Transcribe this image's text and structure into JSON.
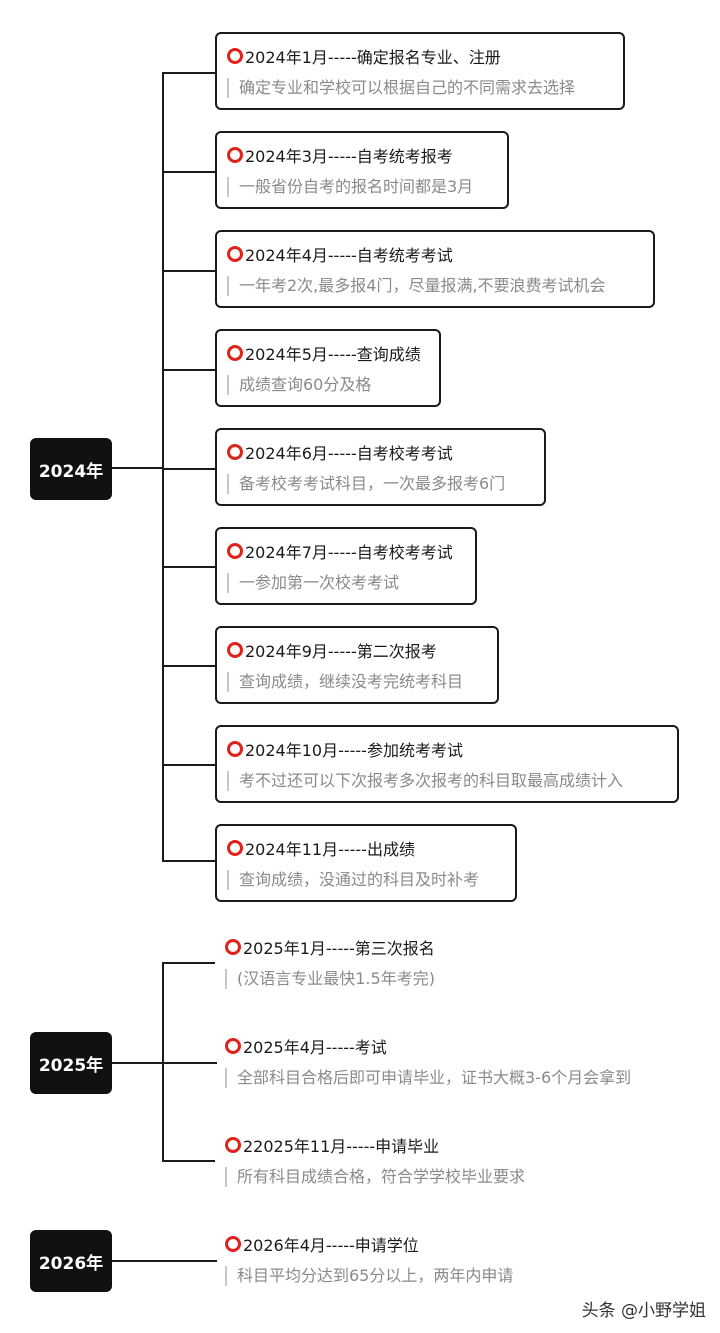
{
  "groups": [
    {
      "year": "2024年",
      "items": [
        {
          "title": "2024年1月-----确定报名专业、注册",
          "desc": "确定专业和学校可以根据自己的不同需求去选择"
        },
        {
          "title": "2024年3月-----自考统考报考",
          "desc": "一般省份自考的报名时间都是3月"
        },
        {
          "title": "2024年4月-----自考统考考试",
          "desc": "一年考2次,最多报4门，尽量报满,不要浪费考试机会"
        },
        {
          "title": "2024年5月-----查询成绩",
          "desc": "成绩查询60分及格"
        },
        {
          "title": "2024年6月-----自考校考考试",
          "desc": "备考校考考试科目，一次最多报考6门"
        },
        {
          "title": "2024年7月-----自考校考考试",
          "desc": "一参加第一次校考考试"
        },
        {
          "title": "2024年9月-----第二次报考",
          "desc": "查询成绩，继续没考完统考科目"
        },
        {
          "title": "2024年10月-----参加统考考试",
          "desc": "考不过还可以下次报考多次报考的科目取最高成绩计入"
        },
        {
          "title": "2024年11月-----出成绩",
          "desc": "查询成绩，没通过的科目及时补考"
        }
      ]
    },
    {
      "year": "2025年",
      "items": [
        {
          "title": "2025年1月-----第三次报名",
          "desc": "(汉语言专业最快1.5年考完)"
        },
        {
          "title": "2025年4月-----考试",
          "desc": "全部科目合格后即可申请毕业，证书大概3-6个月会拿到"
        },
        {
          "title": "22025年11月-----申请毕业",
          "desc": "所有科目成绩合格，符合学学校毕业要求"
        }
      ]
    },
    {
      "year": "2026年",
      "items": [
        {
          "title": "2026年4月-----申请学位",
          "desc": "科目平均分达到65分以上，两年内申请"
        }
      ]
    }
  ],
  "watermark": "头条 @小野学姐",
  "colors": {
    "ring": "#e0221b",
    "line": "#1a1a1a",
    "desc": "#8a8a8a"
  }
}
